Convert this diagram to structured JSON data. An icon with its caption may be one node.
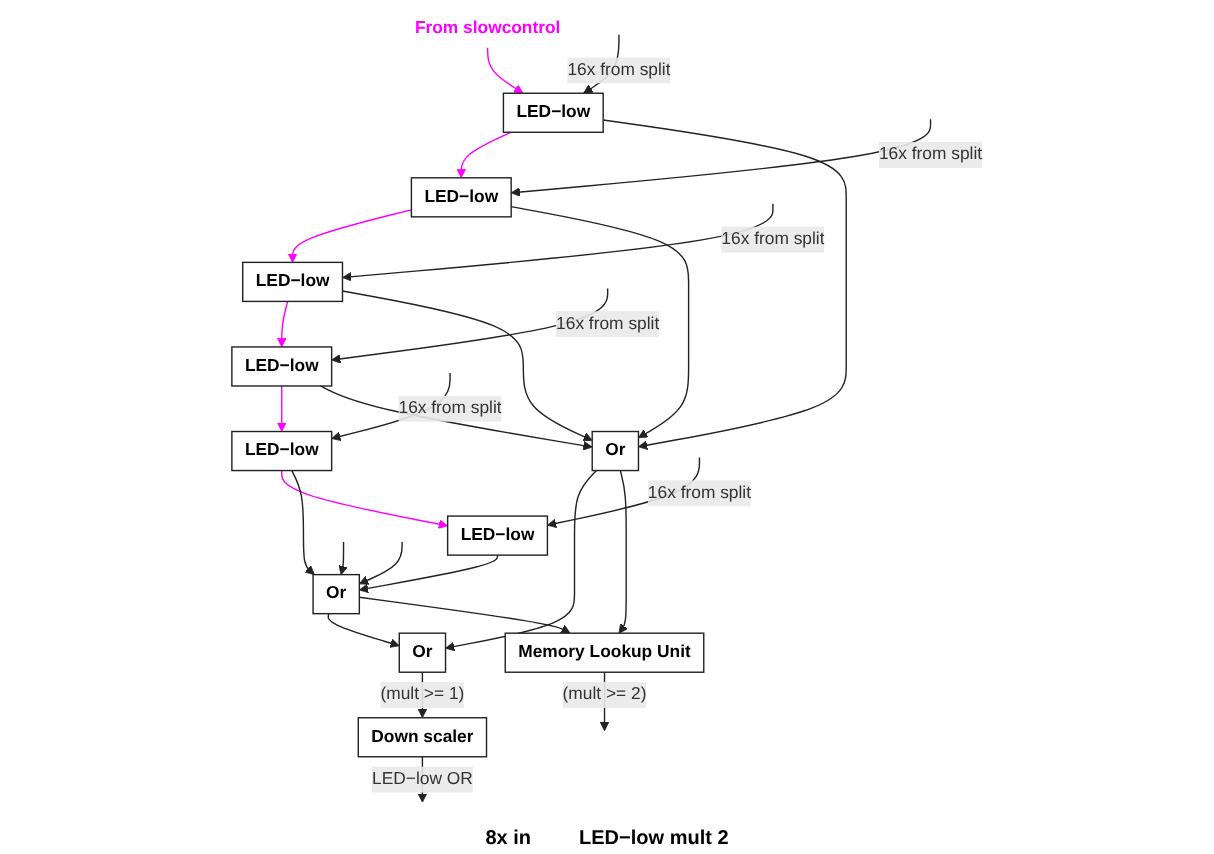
{
  "diagram": {
    "nodes": [
      {
        "text": [
          "From slowcontrol"
        ]
      },
      {
        "text": [
          "LED−low"
        ]
      },
      {
        "text": [
          "LED−low"
        ]
      },
      {
        "text": [
          "LED−low"
        ]
      },
      {
        "text": [
          "LED−low"
        ]
      },
      {
        "text": [
          "LED−low"
        ]
      },
      {
        "text": [
          "LED−low"
        ]
      },
      {
        "text": [
          "Or"
        ]
      },
      {
        "text": [
          "Or"
        ]
      },
      {
        "text": [
          "Or"
        ]
      },
      {
        "text": [
          "Down scaler"
        ]
      },
      {
        "text": [
          "Memory Lookup Unit"
        ]
      }
    ],
    "edges": [
      {
        "from": 0,
        "to": 1,
        "arrow": "to",
        "color": "#ff00ff"
      },
      {
        "from": 1,
        "to": 2,
        "arrow": "to",
        "color": "#ff00ff"
      },
      {
        "from": 2,
        "to": 3,
        "arrow": "to",
        "color": "#ff00ff"
      },
      {
        "from": 3,
        "to": 4,
        "arrow": "to",
        "color": "#ff00ff"
      },
      {
        "from": 4,
        "to": 5,
        "arrow": "to",
        "color": "#ff00ff"
      },
      {
        "from": 5,
        "to": 6,
        "arrow": "to",
        "color": "#ff00ff"
      },
      {
        "from": null,
        "to": 1,
        "arrow": "to",
        "label": "16x from split"
      },
      {
        "from": null,
        "to": 2,
        "arrow": "to",
        "label": "16x from split"
      },
      {
        "from": null,
        "to": 3,
        "arrow": "to",
        "label": "16x from split"
      },
      {
        "from": null,
        "to": 4,
        "arrow": "to",
        "label": "16x from split"
      },
      {
        "from": null,
        "to": 5,
        "arrow": "to",
        "label": "16x from split"
      },
      {
        "from": null,
        "to": 6,
        "arrow": "to",
        "label": "16x from split"
      },
      {
        "from": 1,
        "to": 7,
        "arrow": "to"
      },
      {
        "from": 2,
        "to": 7,
        "arrow": "to"
      },
      {
        "from": 3,
        "to": 7,
        "arrow": "to"
      },
      {
        "from": 4,
        "to": 7,
        "arrow": "to"
      },
      {
        "from": 5,
        "to": 8,
        "arrow": "to"
      },
      {
        "from": 6,
        "to": 8,
        "arrow": "to"
      },
      {
        "from": null,
        "to": 8,
        "arrow": "to"
      },
      {
        "from": null,
        "to": 8,
        "arrow": "to"
      },
      {
        "from": 7,
        "to": 9,
        "arrow": "to"
      },
      {
        "from": 8,
        "to": 9,
        "arrow": "to"
      },
      {
        "from": 7,
        "to": 11,
        "arrow": "to"
      },
      {
        "from": 8,
        "to": 11,
        "arrow": "to"
      },
      {
        "from": 9,
        "to": 10,
        "arrow": "to",
        "label": "(mult >= 1)"
      },
      {
        "from": 10,
        "to": null,
        "arrow": "to",
        "label": "LED−low OR"
      },
      {
        "from": 11,
        "to": null,
        "arrow": "to",
        "label": "(mult >= 2)"
      }
    ],
    "labels": [
      "8x in",
      "LED−low mult 2"
    ]
  }
}
